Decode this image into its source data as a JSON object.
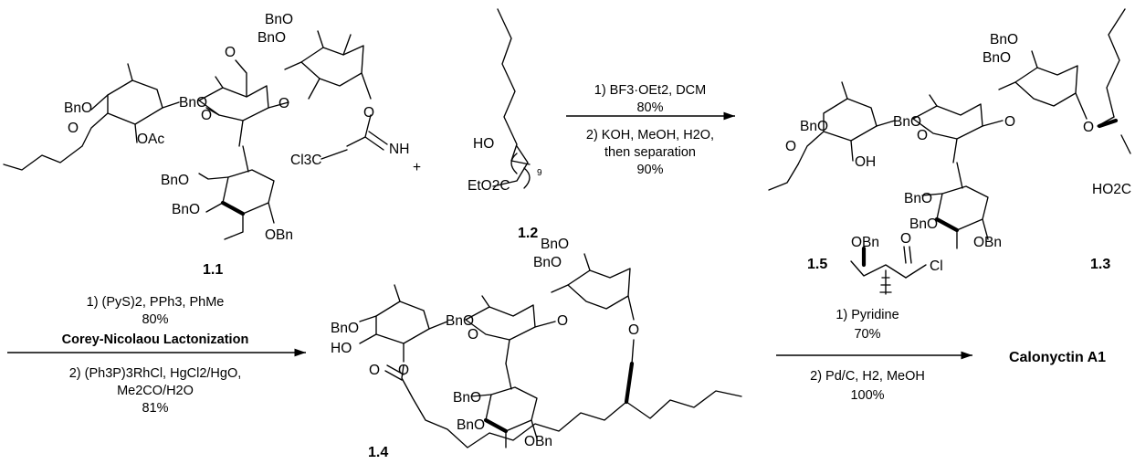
{
  "compounds": [
    {
      "id": "c11",
      "label": "1.1"
    },
    {
      "id": "c12",
      "label": "1.2"
    },
    {
      "id": "c13",
      "label": "1.3"
    },
    {
      "id": "c14",
      "label": "1.4"
    },
    {
      "id": "c15",
      "label": "1.5"
    }
  ],
  "atoms": {
    "bno": "BnO",
    "obn": "OBn",
    "o": "O",
    "oac": "OAc",
    "oh": "OH",
    "ho": "HO",
    "cl3c": "Cl3C",
    "nh": "NH",
    "eto2c": "EtO2C",
    "ho2c": "HO2C",
    "cl": "Cl",
    "n9": "9",
    "plus": "+"
  },
  "steps": [
    {
      "id": "step1",
      "above": [
        "1) BF3·OEt2, DCM",
        "80%"
      ],
      "below": [
        "2) KOH, MeOH, H2O,",
        "then separation",
        "90%"
      ]
    },
    {
      "id": "step2",
      "above": [
        "1) (PyS)2, PPh3, PhMe",
        "80%",
        "Corey-Nicolaou Lactonization"
      ],
      "below": [
        "2) (Ph3P)3RhCl, HgCl2/HgO,",
        "Me2CO/H2O",
        "81%"
      ]
    },
    {
      "id": "step3",
      "above": [
        "1) Pyridine",
        "70%"
      ],
      "below": [
        "2) Pd/C, H2, MeOH",
        "100%"
      ]
    }
  ],
  "product": "Calonyctin A1"
}
